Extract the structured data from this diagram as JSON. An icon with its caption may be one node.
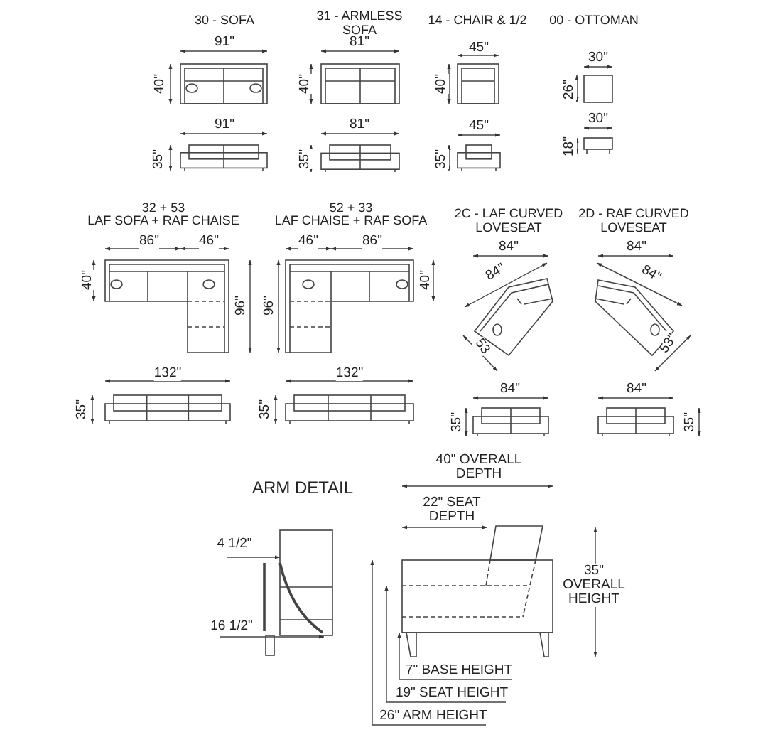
{
  "diagram": {
    "labels": [
      "30 - SOFA",
      "31 - ARMLESS SOFA",
      "14 - CHAIR & 1/2",
      "00 - OTTOMAN",
      "91\"",
      "81\"",
      "45\"",
      "30\"",
      "40\"",
      "40\"",
      "40\"",
      "26\"",
      "91\"",
      "81\"",
      "45\"",
      "30\"",
      "18\"",
      "35\"",
      "35\"",
      "35\"",
      "32 + 53",
      "LAF SOFA + RAF CHAISE",
      "52 + 33",
      "LAF CHAISE + RAF SOFA",
      "2C - LAF CURVED LOVESEAT",
      "2D - RAF CURVED LOVESEAT",
      "86\"",
      "46\"",
      "46\"",
      "86\"",
      "84\"",
      "84\"",
      "40\"",
      "96\"",
      "96\"",
      "40\"",
      "84\"",
      "84\"",
      "53",
      "53\"",
      "132\"",
      "132\"",
      "84\"",
      "84\"",
      "35\"",
      "35\"",
      "35\"",
      "35\"",
      "40\" OVERALL DEPTH",
      "ARM DETAIL",
      "22\" SEAT DEPTH",
      "4 1/2\"",
      "35\" OVERALL HEIGHT",
      "16 1/2\"",
      "7\" BASE HEIGHT",
      "19\" SEAT HEIGHT",
      "26\" ARM HEIGHT"
    ]
  }
}
